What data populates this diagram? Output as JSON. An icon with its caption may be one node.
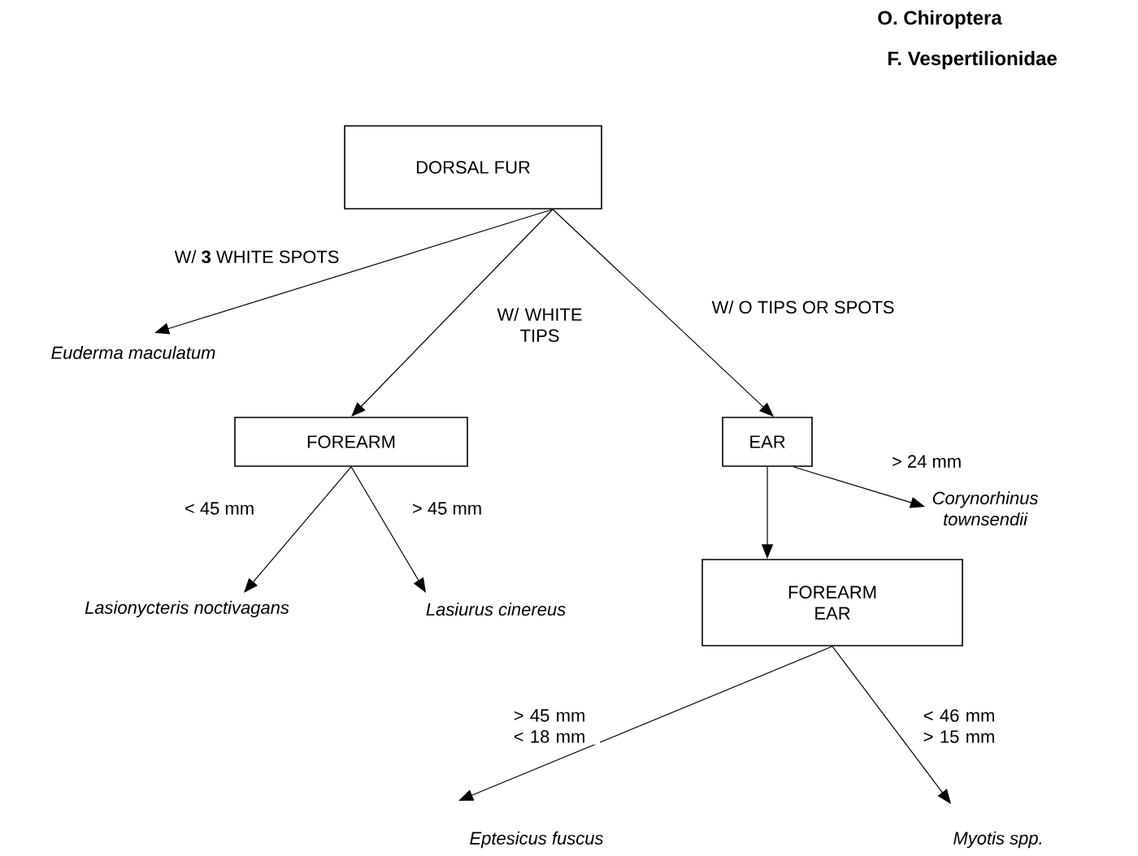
{
  "diagram": {
    "nodes": [
      {
        "text": [
          "DORSAL FUR"
        ]
      },
      {
        "text": [
          "Euderma maculatum"
        ]
      },
      {
        "text": [
          "FOREARM"
        ]
      },
      {
        "text": [
          "EAR"
        ]
      },
      {
        "text": [
          "Lasionycteris noctivagans"
        ]
      },
      {
        "text": [
          "Lasiurus cinereus"
        ]
      },
      {
        "text": [
          "Corynorhinus townsendii"
        ]
      },
      {
        "text": [
          "FOREARM EAR"
        ]
      },
      {
        "text": [
          "Eptesicus fuscus"
        ]
      },
      {
        "text": [
          "Myotis spp."
        ]
      }
    ],
    "edges": [
      {
        "from": 0,
        "to": 1,
        "arrow": "to",
        "label": "W/ **3** WHITE SPOTS"
      },
      {
        "from": 0,
        "to": 2,
        "arrow": "to",
        "label": "W/ WHITE TIPS"
      },
      {
        "from": 0,
        "to": 3,
        "arrow": "to",
        "label": "W/ O TIPS OR SPOTS"
      },
      {
        "from": 2,
        "to": 4,
        "arrow": "to",
        "label": "< 45 mm"
      },
      {
        "from": 2,
        "to": 5,
        "arrow": "to",
        "label": "> 45 mm"
      },
      {
        "from": 3,
        "to": 6,
        "arrow": "to",
        "label": "> 24 mm"
      },
      {
        "from": 3,
        "to": 7,
        "arrow": "to"
      },
      {
        "from": 7,
        "to": 8,
        "arrow": "to",
        "label": "> 45 mm < 18 mm"
      },
      {
        "from": 7,
        "to": 9,
        "arrow": "to",
        "label": "< 46 mm > 15 mm"
      }
    ],
    "labels": [
      "O. Chiroptera",
      "F. Vespertilionidae"
    ]
  }
}
